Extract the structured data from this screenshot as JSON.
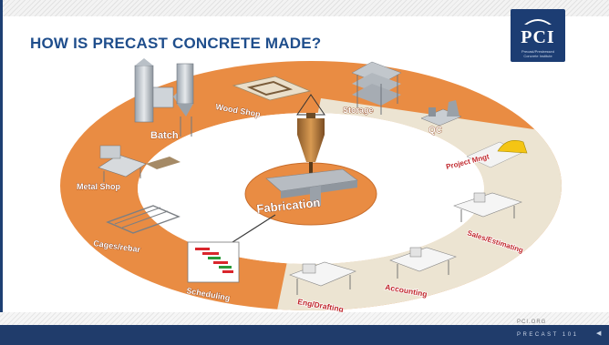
{
  "slide": {
    "title": "HOW IS PRECAST CONCRETE MADE?",
    "logo_text": "PCI",
    "logo_subtitle": "Precast/Prestressed Concrete Institute",
    "footer_brand": "PCI.ORG",
    "footer_course": "PRECAST 101",
    "colors": {
      "ring_orange": "#e98c43",
      "ring_beige": "#ece4d2",
      "title_blue": "#1f4e8c",
      "footer_navy": "#203c6b"
    }
  },
  "diagram": {
    "center_label": "Fabrication",
    "stations": [
      {
        "key": "batch",
        "label": "Batch"
      },
      {
        "key": "wood_shop",
        "label": "Wood Shop"
      },
      {
        "key": "storage",
        "label": "Storage"
      },
      {
        "key": "qc",
        "label": "QC"
      },
      {
        "key": "project_mngt",
        "label": "Project Mngt"
      },
      {
        "key": "sales_estimating",
        "label": "Sales/Estimating"
      },
      {
        "key": "accounting",
        "label": "Accounting"
      },
      {
        "key": "eng_drafting",
        "label": "Eng/Drafting"
      },
      {
        "key": "scheduling",
        "label": "Scheduling"
      },
      {
        "key": "cages_rebar",
        "label": "Cages/rebar"
      },
      {
        "key": "metal_shop",
        "label": "Metal Shop"
      }
    ]
  }
}
